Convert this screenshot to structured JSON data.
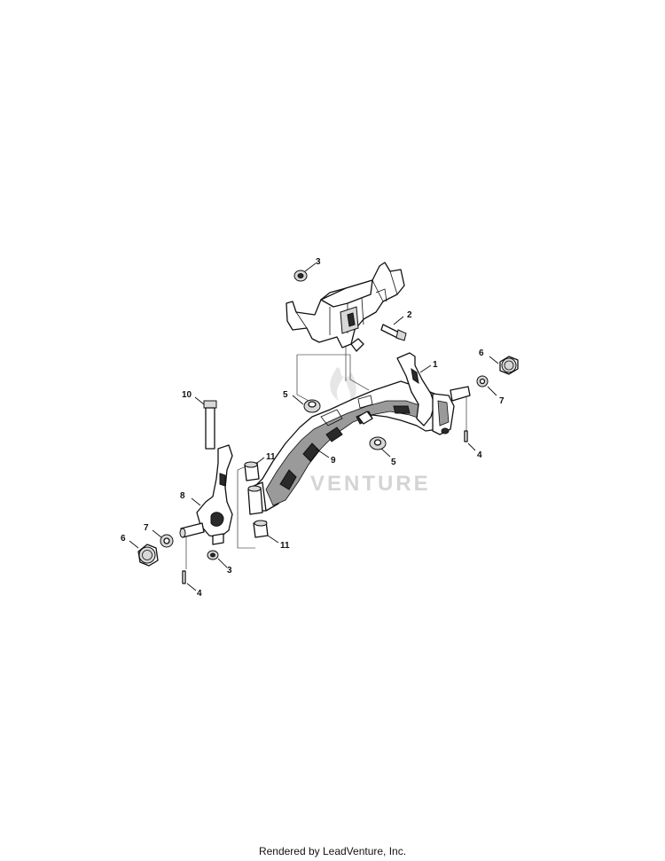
{
  "diagram": {
    "callouts": [
      {
        "id": "c1",
        "label": "1"
      },
      {
        "id": "c2",
        "label": "2"
      },
      {
        "id": "c3a",
        "label": "3"
      },
      {
        "id": "c3b",
        "label": "3"
      },
      {
        "id": "c4a",
        "label": "4"
      },
      {
        "id": "c4b",
        "label": "4"
      },
      {
        "id": "c5a",
        "label": "5"
      },
      {
        "id": "c5b",
        "label": "5"
      },
      {
        "id": "c6a",
        "label": "6"
      },
      {
        "id": "c6b",
        "label": "6"
      },
      {
        "id": "c7a",
        "label": "7"
      },
      {
        "id": "c7b",
        "label": "7"
      },
      {
        "id": "c8",
        "label": "8"
      },
      {
        "id": "c9",
        "label": "9"
      },
      {
        "id": "c10",
        "label": "10"
      },
      {
        "id": "c11a",
        "label": "11"
      },
      {
        "id": "c11b",
        "label": "11"
      }
    ],
    "watermark": "VENTURE"
  },
  "footer": {
    "text": "Rendered by LeadVenture, Inc."
  }
}
